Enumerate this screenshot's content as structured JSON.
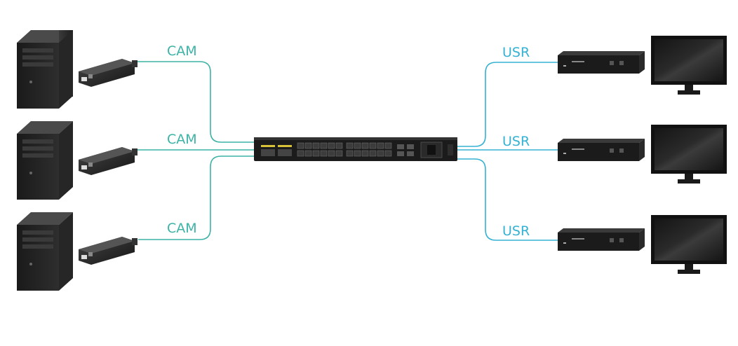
{
  "diagram": {
    "transmitters": [
      {
        "label": "CAM"
      },
      {
        "label": "CAM"
      },
      {
        "label": "CAM"
      }
    ],
    "receivers": [
      {
        "label": "USR"
      },
      {
        "label": "USR"
      },
      {
        "label": "USR"
      }
    ],
    "colors": {
      "cam_link": "#3db3a6",
      "usr_link": "#35b2d3",
      "device_dark": "#1b1b1b",
      "device_mid": "#2d2d2d",
      "port_yellow": "#d8c23a"
    },
    "icons": [
      "server-tower-icon",
      "transmitter-dongle-icon",
      "network-switch-icon",
      "receiver-box-icon",
      "monitor-icon"
    ]
  }
}
